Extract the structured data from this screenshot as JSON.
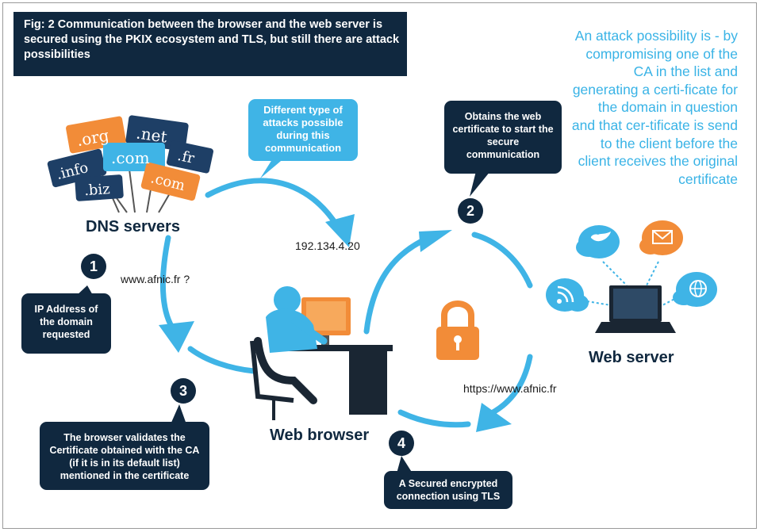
{
  "title": "Fig: 2 Communication between the browser and the web server is secured using the PKIX ecosystem and TLS, but still there are attack possibilities",
  "attack_note": "An attack possibility is - by compromising one of the CA in the list and generating a certi-ficate for the domain in question and that cer-tificate is send to the client before the client receives the original certificate",
  "callouts": {
    "attacks": "Different type of attacks possible during this communication",
    "obtains_cert": "Obtains the web certificate to start the secure communication",
    "ip_address": "IP Address of the domain requested",
    "validates": "The browser validates the Certificate obtained with the CA (if it is in its default list) mentioned in the certificate",
    "secured": "A Secured encrypted connection using TLS"
  },
  "steps": [
    "1",
    "2",
    "3",
    "4"
  ],
  "labels": {
    "dns_servers": "DNS servers",
    "web_browser": "Web browser",
    "web_server": "Web server",
    "ip": "192.134.4.20",
    "query": "www.afnic.fr ?",
    "https": "https://www.afnic.fr"
  },
  "dns_signs": [
    ".org",
    ".net",
    ".info",
    ".com",
    ".fr",
    ".biz",
    ".com"
  ],
  "icons": [
    "twitter-icon",
    "mail-icon",
    "rss-icon",
    "globe-icon",
    "laptop-icon",
    "padlock-icon",
    "user-at-computer-icon"
  ],
  "colors": {
    "navy": "#10283f",
    "light_blue": "#3fb4e6",
    "orange": "#f28c38"
  }
}
